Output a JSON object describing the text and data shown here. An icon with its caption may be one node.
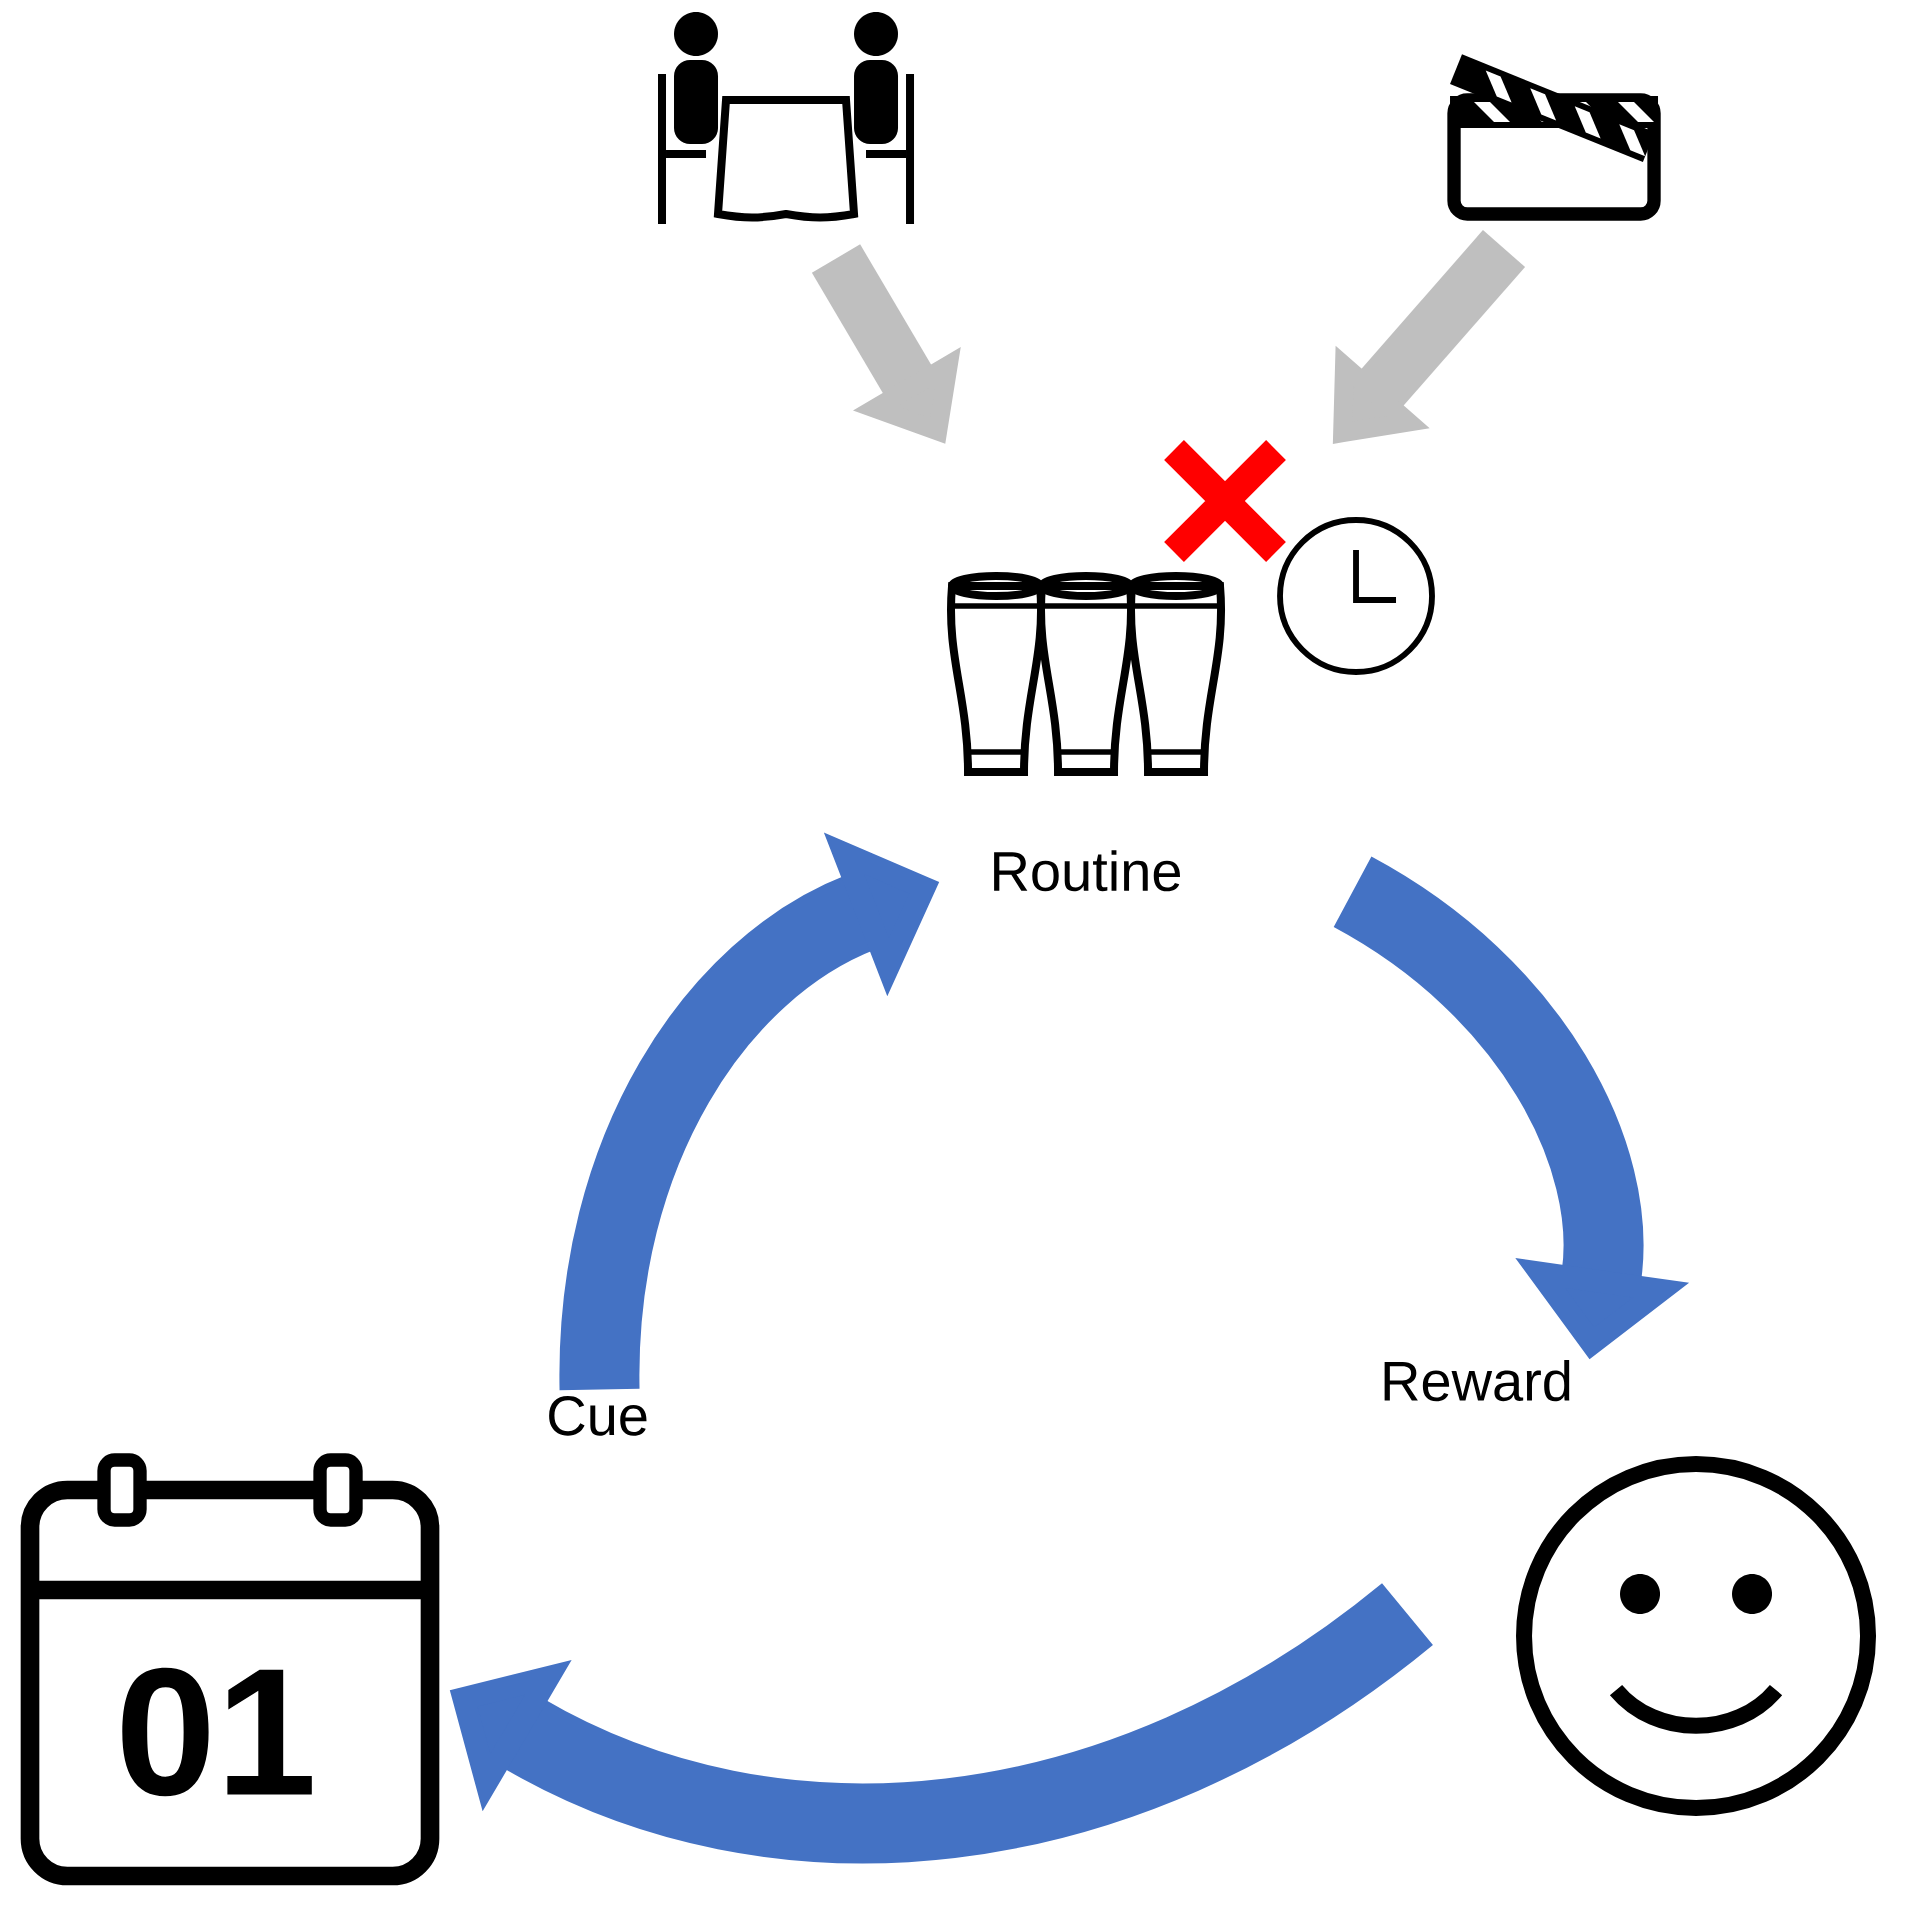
{
  "diagram": {
    "nodes": [
      {
        "text": [],
        "shape": "picture"
      },
      {
        "text": [],
        "shape": "picture"
      },
      {
        "text": [
          "Routine"
        ]
      },
      {
        "text": [
          "Reward"
        ]
      },
      {
        "text": [
          "Cue"
        ]
      }
    ],
    "edges": [
      {
        "from": 0,
        "to": 2,
        "arrow": "to",
        "color": "#bfbfbf"
      },
      {
        "from": 1,
        "to": 2,
        "arrow": "to",
        "color": "#bfbfbf"
      },
      {
        "from": 2,
        "to": 3,
        "arrow": "to"
      },
      {
        "from": 3,
        "to": 4,
        "arrow": "to"
      },
      {
        "from": 4,
        "to": 2,
        "arrow": "to"
      }
    ],
    "labels": [
      "01"
    ]
  }
}
